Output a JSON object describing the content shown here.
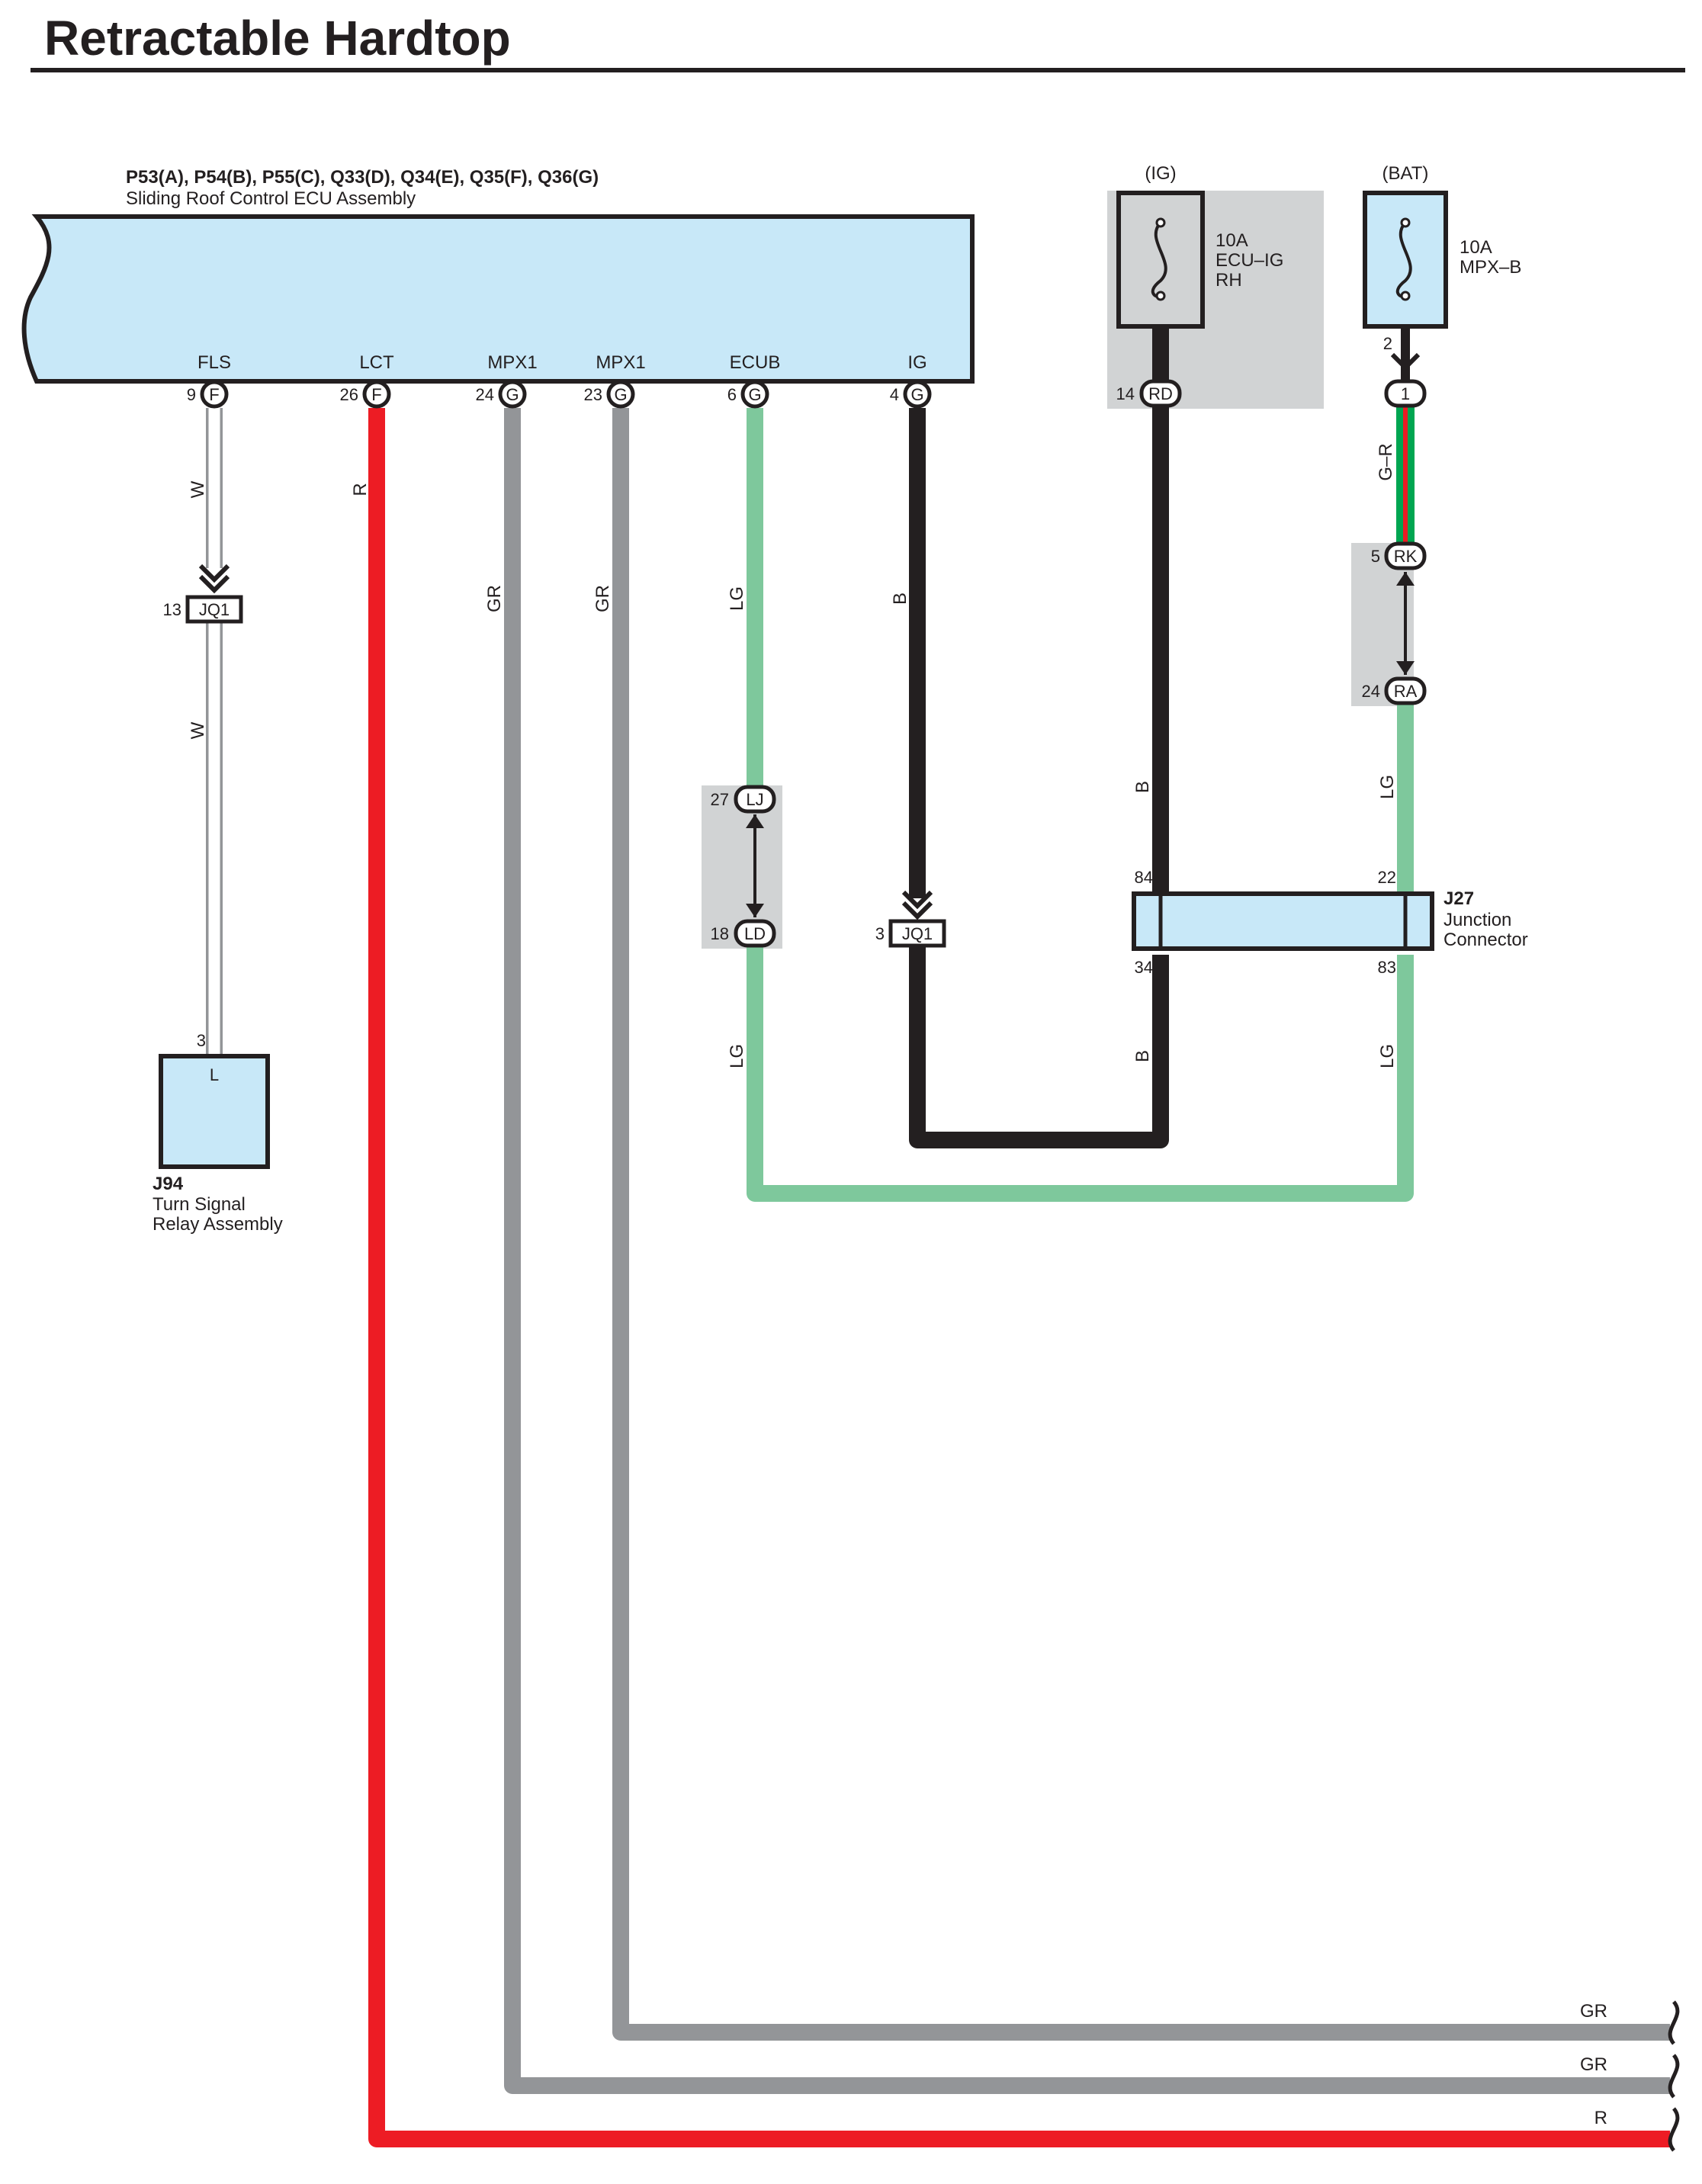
{
  "page": {
    "title": "Retractable Hardtop"
  },
  "ecu": {
    "connectors": "P53(A), P54(B), P55(C), Q33(D), Q34(E), Q35(F), Q36(G)",
    "name": "Sliding Roof Control ECU Assembly",
    "terminals": [
      {
        "label": "FLS",
        "pin": "9",
        "conn": "F"
      },
      {
        "label": "LCT",
        "pin": "26",
        "conn": "F"
      },
      {
        "label": "MPX1",
        "pin": "24",
        "conn": "G"
      },
      {
        "label": "MPX1",
        "pin": "23",
        "conn": "G"
      },
      {
        "label": "ECUB",
        "pin": "6",
        "conn": "G"
      },
      {
        "label": "IG",
        "pin": "4",
        "conn": "G"
      }
    ]
  },
  "fuses": [
    {
      "supply": "(IG)",
      "rating": "10A",
      "name_line1": "ECU–IG",
      "name_line2": "RH",
      "pin": "14",
      "conn": "RD"
    },
    {
      "supply": "(BAT)",
      "rating": "10A",
      "name_line1": "MPX–B",
      "name_line2": "",
      "fuse_pin": "2",
      "conn": "1"
    }
  ],
  "wire_colors": {
    "W": "#ffffff",
    "R": "#ed1c24",
    "GR": "#939598",
    "LG": "#7ec89c",
    "B": "#231f20",
    "G": "#00a651",
    "component_fill": "#c8e8f8",
    "junction_shade": "#d1d3d4"
  },
  "wire_labels": {
    "fls_upper": "W",
    "fls_lower": "W",
    "lct": "R",
    "mpx1_a": "GR",
    "mpx1_b": "GR",
    "ecub": "LG",
    "ig": "B",
    "rd_wire_upper": "B",
    "rd_wire_lower": "B",
    "bat_wire": "G–R",
    "ra_wire": "LG",
    "j27_lower": "LG",
    "ld_wire": "LG",
    "exit_gr_1": "GR",
    "exit_gr_2": "GR",
    "exit_r": "R"
  },
  "connectors": {
    "jq1_fls": {
      "pin": "13",
      "name": "JQ1"
    },
    "jq1_ig": {
      "pin": "3",
      "name": "JQ1"
    },
    "lj": {
      "pin": "27",
      "name": "LJ"
    },
    "ld": {
      "pin": "18",
      "name": "LD"
    },
    "rk": {
      "pin": "5",
      "name": "RK"
    },
    "ra": {
      "pin": "24",
      "name": "RA"
    }
  },
  "j27": {
    "id": "J27",
    "name_line1": "Junction",
    "name_line2": "Connector",
    "pins": {
      "top_left": "84",
      "top_right": "22",
      "bottom_left": "34",
      "bottom_right": "83"
    }
  },
  "j94": {
    "id": "J94",
    "name_line1": "Turn Signal",
    "name_line2": "Relay Assembly",
    "pin": "3",
    "terminal": "L"
  }
}
